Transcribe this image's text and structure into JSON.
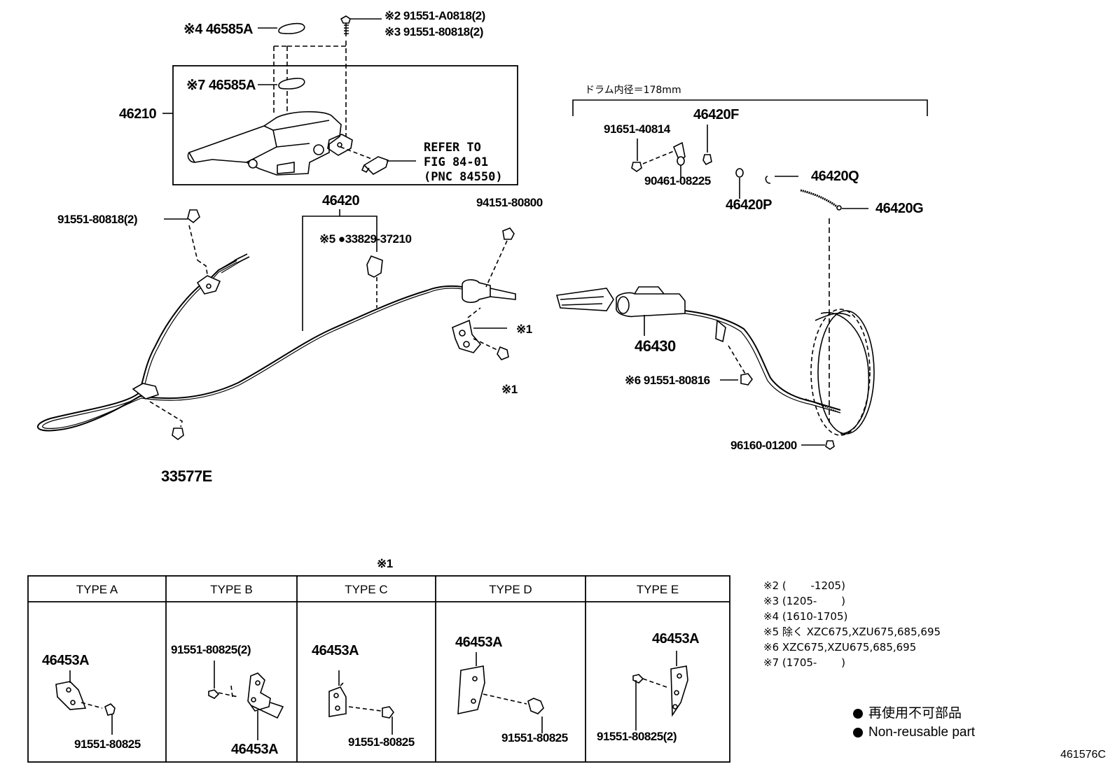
{
  "labels": {
    "p46585A_top": "※4 46585A",
    "p91551_A0818": "※2 91551-A0818(2)",
    "p91551_80818_3": "※3 91551-80818(2)",
    "p46585A_inner": "※7 46585A",
    "p46210": "46210",
    "refer_l1": "REFER TO",
    "refer_l2": "FIG 84-01",
    "refer_l3": "(PNC 84550)",
    "p46420": "46420",
    "p94151": "94151-80800",
    "p91551_80818_left": "91551-80818(2)",
    "p33829": "※5 ●33829-37210",
    "note1_a": "※1",
    "note1_b": "※1",
    "p33577E": "33577E",
    "p46430": "46430",
    "p91551_80816": "※6 91551-80816",
    "p96160": "96160-01200",
    "drum_note": "ドラム内径＝178mm",
    "p46420F": "46420F",
    "p91651": "91651-40814",
    "p90461": "90461-08225",
    "p46420Q": "46420Q",
    "p46420P": "46420P",
    "p46420G": "46420G",
    "table_note": "※1"
  },
  "types": [
    {
      "header": "TYPE A",
      "part1": "46453A",
      "part2": "91551-80825"
    },
    {
      "header": "TYPE B",
      "part1": "91551-80825(2)",
      "part2": "46453A"
    },
    {
      "header": "TYPE C",
      "part1": "46453A",
      "part2": "91551-80825"
    },
    {
      "header": "TYPE D",
      "part1": "46453A",
      "part2": "91551-80825"
    },
    {
      "header": "TYPE E",
      "part1": "46453A",
      "part2": "91551-80825(2)"
    }
  ],
  "notes": [
    "※2 (　　 -1205)",
    "※3 (1205-　　 )",
    "※4 (1610-1705)",
    "※5 除く XZC675,XZU675,685,695",
    "※6 XZC675,XZU675,685,695",
    "※7 (1705-　　 )"
  ],
  "legend": {
    "jp": "再使用不可部品",
    "en": "Non-reusable part"
  },
  "figure_id": "461576C"
}
